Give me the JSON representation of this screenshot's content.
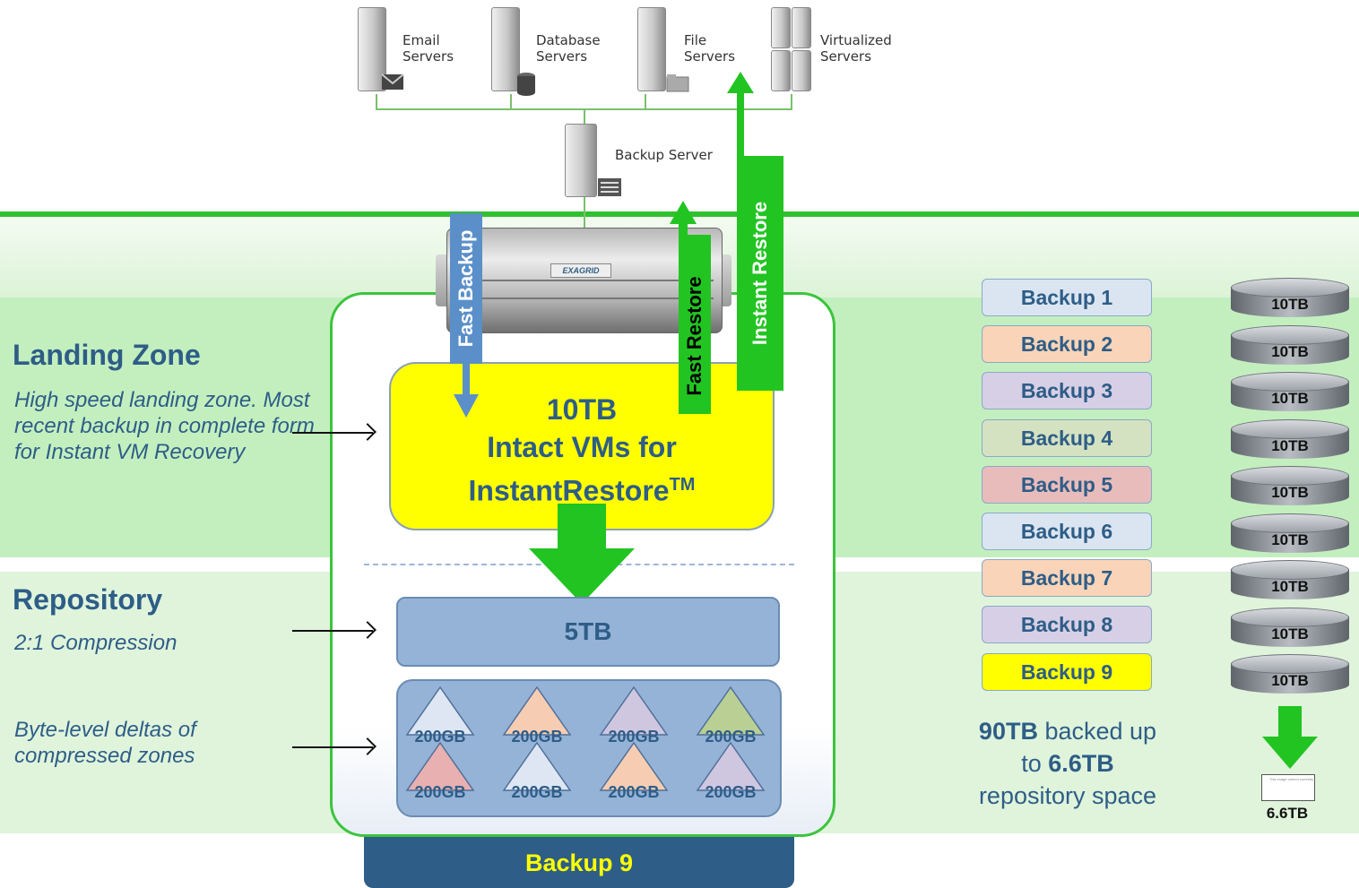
{
  "servers": {
    "email": "Email\nServers",
    "database": "Database\nServers",
    "file": "File\nServers",
    "virtualized": "Virtualized\nServers",
    "backup": "Backup Server"
  },
  "appliance_brand": "EXAGRID",
  "arrows": {
    "fast_backup": "Fast Backup",
    "fast_restore": "Fast Restore",
    "instant_restore": "Instant Restore"
  },
  "landing_zone": {
    "title": "Landing Zone",
    "description": "High speed landing zone. Most recent backup in complete form for Instant VM Recovery"
  },
  "repository": {
    "title": "Repository",
    "compression": "2:1 Compression",
    "deltas": "Byte-level deltas of compressed zones"
  },
  "landing_box": {
    "size": "10TB",
    "line1": "Intact VMs for",
    "line2": "InstantRestore",
    "tm": "TM"
  },
  "repo_box": {
    "size": "5TB"
  },
  "deltas": [
    {
      "label": "200GB",
      "color": "#dde6f2"
    },
    {
      "label": "200GB",
      "color": "#f6cdb3"
    },
    {
      "label": "200GB",
      "color": "#cfc6e0"
    },
    {
      "label": "200GB",
      "color": "#b9cf94"
    },
    {
      "label": "200GB",
      "color": "#e8b0b0"
    },
    {
      "label": "200GB",
      "color": "#dde6f2"
    },
    {
      "label": "200GB",
      "color": "#f6cdb3"
    },
    {
      "label": "200GB",
      "color": "#cfc6e0"
    }
  ],
  "bottom_tab": "Backup 9",
  "backups": [
    {
      "label": "Backup 1",
      "color": "#dbe5f1"
    },
    {
      "label": "Backup 2",
      "color": "#f9d4b8"
    },
    {
      "label": "Backup 3",
      "color": "#d7cfe6"
    },
    {
      "label": "Backup 4",
      "color": "#d4e2c2"
    },
    {
      "label": "Backup 5",
      "color": "#e9bcbc"
    },
    {
      "label": "Backup 6",
      "color": "#dbe5f1"
    },
    {
      "label": "Backup 7",
      "color": "#f9d4b8"
    },
    {
      "label": "Backup 8",
      "color": "#d7cfe6"
    },
    {
      "label": "Backup 9",
      "color": "#ffff00"
    }
  ],
  "summary": {
    "bold1": "90TB",
    "text1": " backed up",
    "text2": "to ",
    "bold2": "6.6TB",
    "text3": "repository space"
  },
  "disks": [
    "10TB",
    "10TB",
    "10TB",
    "10TB",
    "10TB",
    "10TB",
    "10TB",
    "10TB",
    "10TB"
  ],
  "result_label": "6.6TB",
  "tiny_note": "This image cannot currently be displayed."
}
